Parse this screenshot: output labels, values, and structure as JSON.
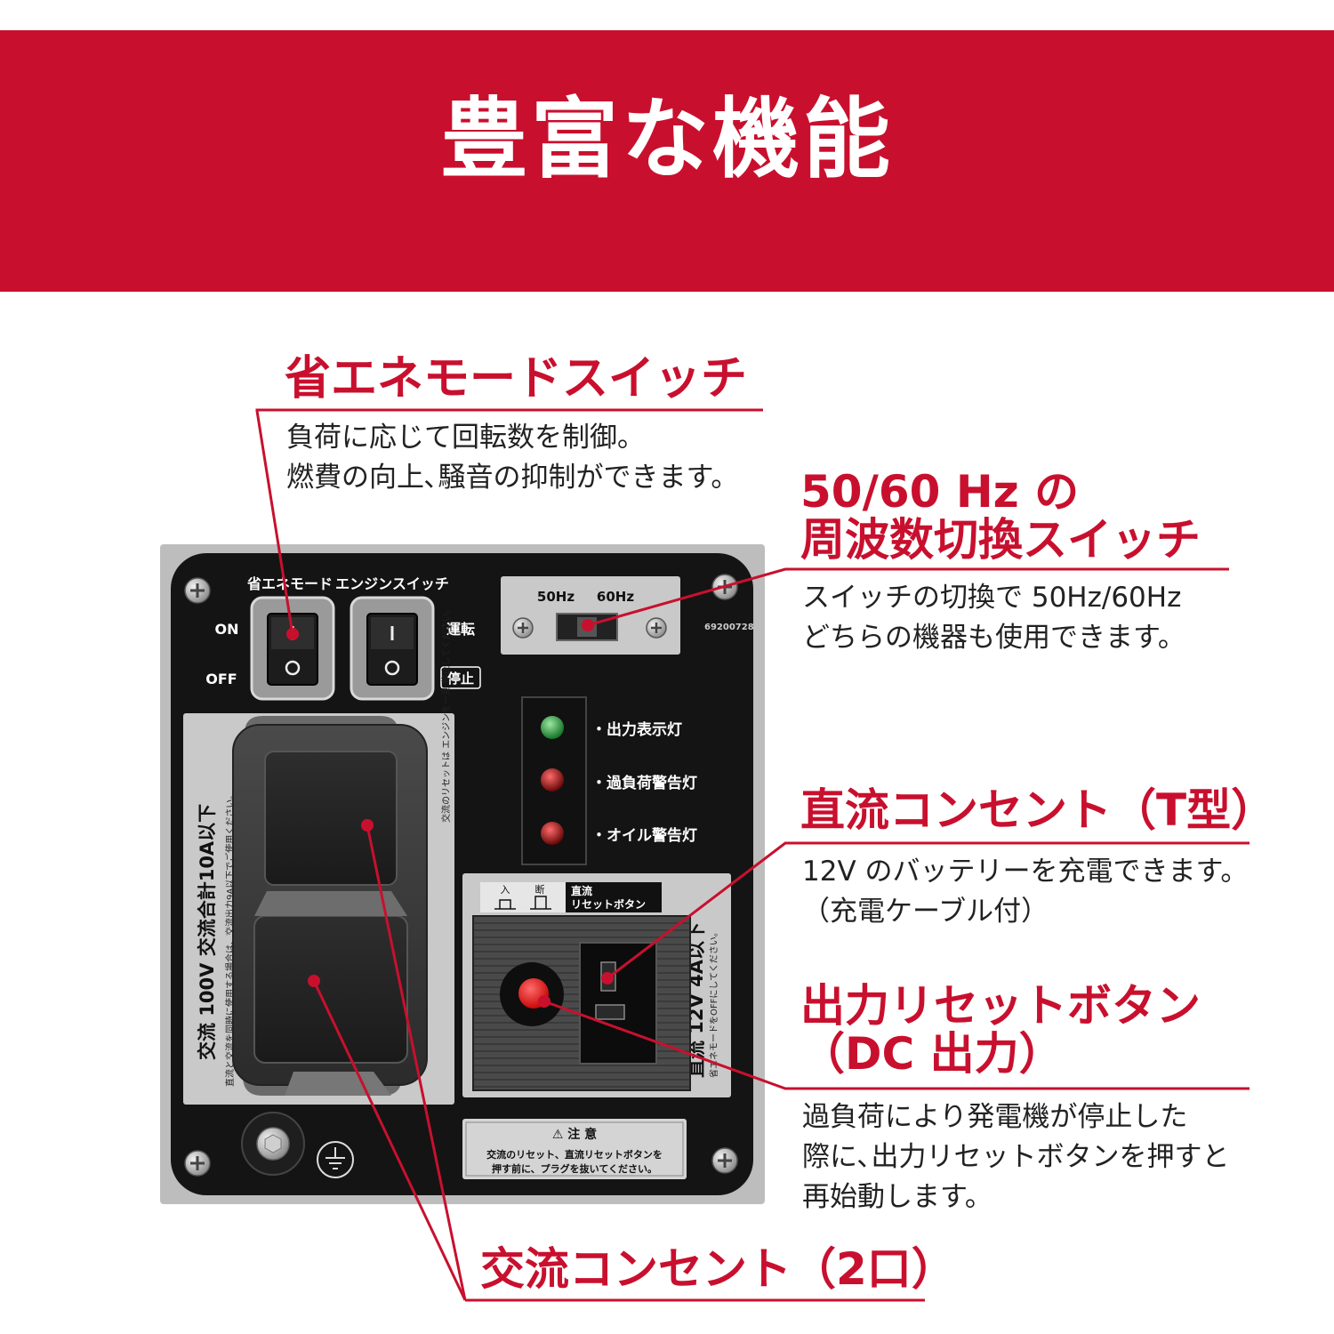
{
  "header": {
    "title": "豊富な機能"
  },
  "callouts": {
    "eco": {
      "title": "省エネモードスイッチ",
      "lines": [
        "負荷に応じて回転数を制御。",
        "燃費の向上､騒音の抑制ができます。"
      ]
    },
    "freq": {
      "title_line1": "50/60 Hz の",
      "title_line2": "周波数切換スイッチ",
      "lines": [
        "スイッチの切換で 50Hz/60Hz",
        "どちらの機器も使用できます。"
      ]
    },
    "dc_outlet": {
      "title": "直流コンセント（T型）",
      "lines": [
        "12V のバッテリーを充電できます。",
        "（充電ケーブル付）"
      ]
    },
    "reset": {
      "title_line1": "出力リセットボタン",
      "title_line2": "（DC 出力）",
      "lines": [
        "過負荷により発電機が停止した",
        "際に､出力リセットボタンを押すと",
        "再始動します。"
      ]
    },
    "ac_outlet": {
      "title": "交流コンセント（2口）"
    }
  },
  "panel": {
    "eco_switch_label": "省エネモード",
    "engine_switch_label": "エンジンスイッチ",
    "on_label": "ON",
    "off_label": "OFF",
    "run_label": "運転",
    "stop_label": "停止",
    "hz50": "50Hz",
    "hz60": "60Hz",
    "serial": "69200728",
    "lamp_output": "・出力表示灯",
    "lamp_overload": "・過負荷警告灯",
    "lamp_oil": "・オイル警告灯",
    "ac_rating": "交流 100V 交流合計10A以下",
    "ac_note": "直流と交流を同時に使用する場合は、交流出力9A以下でご使用ください。",
    "ac_reset_note": "交流のリセットは エンジンを一旦 停止してください。",
    "dc_on": "入",
    "dc_off": "断",
    "dc_reset_label_1": "直流",
    "dc_reset_label_2": "リセットボタン",
    "dc_rating": "直流 12V 4A以下",
    "dc_note": "省エネモードをOFFにしてください。",
    "caution_title": "⚠ 注 意",
    "caution_line1": "交流のリセット、直流リセットボタンを",
    "caution_line2": "押す前に、プラグを抜いてください。"
  },
  "colors": {
    "accent": "#c8102e",
    "panel": "#141414",
    "bezel": "#b9b9b9"
  }
}
